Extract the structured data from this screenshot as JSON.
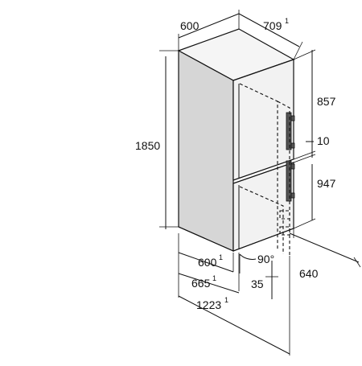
{
  "dimensions": {
    "top_depth": "600",
    "top_width": "709",
    "top_width_note": "1",
    "total_height": "1850",
    "upper_door_height": "857",
    "gap_height": "10",
    "lower_door_height": "947",
    "depth_with_door": "600",
    "depth_with_door_note": "1",
    "depth_with_handle": "665",
    "depth_with_handle_note": "1",
    "depth_door_open": "1223",
    "depth_door_open_note": "1",
    "door_open_angle": "90°",
    "door_offset": "35",
    "width_door_open": "640"
  }
}
